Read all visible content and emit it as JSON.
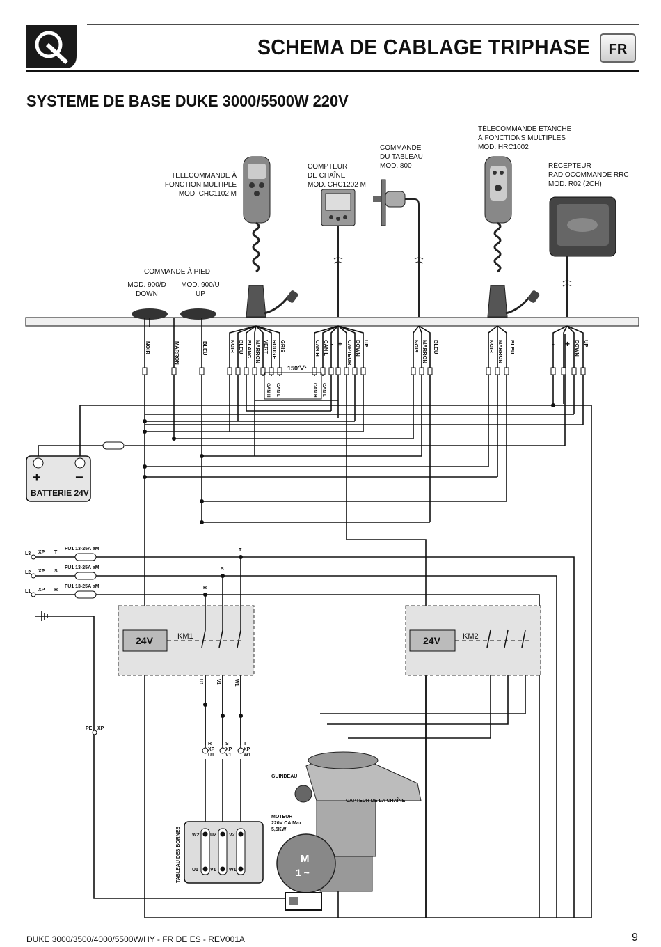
{
  "header": {
    "title": "SCHEMA DE CABLAGE TRIPHASE",
    "lang": "FR"
  },
  "subtitle": "SYSTEME DE BASE DUKE 3000/5500W 220V",
  "devices": {
    "telecommande": {
      "l1": "TELECOMMANDE À",
      "l2": "FONCTION MULTIPLE",
      "l3": "MOD. CHC1102 M"
    },
    "compteur": {
      "l1": "COMPTEUR",
      "l2": "DE CHAÎNE",
      "l3": "MOD. CHC1202 M"
    },
    "commande_tableau": {
      "l1": "COMMANDE",
      "l2": "DU TABLEAU",
      "l3": "MOD. 800"
    },
    "telecommande_etanche": {
      "l1": "TÉLÉCOMMANDE ÉTANCHE",
      "l2": "À FONCTIONS MULTIPLES",
      "l3": "MOD. HRC1002"
    },
    "recepteur": {
      "l1": "RÉCEPTEUR",
      "l2": "RADIOCOMMANDE RRC",
      "l3": "MOD. R02 (2CH)"
    },
    "commande_pied": {
      "title": "COMMANDE À PIED",
      "down_model": "MOD. 900/D",
      "down": "DOWN",
      "up_model": "MOD. 900/U",
      "up": "UP"
    }
  },
  "wires": {
    "pied": [
      "NOIR",
      "MARRON",
      "BLEU"
    ],
    "telecommande": [
      "NOIR",
      "BLEU",
      "BLANC",
      "MARRON",
      "VERT",
      "ROUGE",
      "GRIS"
    ],
    "compteur": [
      "CAN H",
      "CAN L",
      "-",
      "+",
      "CAPTEUR",
      "DOWN",
      "UP"
    ],
    "tableau": [
      "NOIR",
      "MARRON",
      "BLEU"
    ],
    "etanche": [
      "NOIR",
      "MARRON",
      "BLEU"
    ],
    "recepteur": [
      "-",
      "+",
      "DOWN",
      "UP"
    ]
  },
  "can": {
    "resistor": "150",
    "canl": "CAN L",
    "canh": "CAN H"
  },
  "battery": {
    "plus": "+",
    "minus": "−",
    "label": "BATTERIE 24V"
  },
  "phases": [
    {
      "line": "L3",
      "xp": "XP",
      "ph": "T",
      "fuse": "FU1  13-25A aM"
    },
    {
      "line": "L2",
      "xp": "XP",
      "ph": "S",
      "fuse": "FU1  13-25A aM"
    },
    {
      "line": "L1",
      "xp": "XP",
      "ph": "R",
      "fuse": "FU1  13-25A aM"
    }
  ],
  "bus_phase": {
    "t": "T",
    "s": "S",
    "r": "R"
  },
  "contactors": {
    "km1": {
      "coil": "24V",
      "name": "KM1",
      "outs": [
        "U1",
        "V1",
        "W1"
      ]
    },
    "km2": {
      "coil": "24V",
      "name": "KM2"
    }
  },
  "pe": {
    "pe": "PE",
    "xp": "XP"
  },
  "terminals": [
    {
      "ph": "R",
      "xp": "XP",
      "u": "U1"
    },
    {
      "ph": "S",
      "xp": "XP",
      "u": "V1"
    },
    {
      "ph": "T",
      "xp": "XP",
      "u": "W1"
    }
  ],
  "windlass": {
    "guindeau": "GUINDEAU",
    "capteur": "CAPTEUR DE LA CHAÎNE",
    "moteur1": "MOTEUR",
    "moteur2": "220V CA Max",
    "moteur3": "5,5KW",
    "m": "M",
    "phase": "1 ~"
  },
  "tableau_bornes": {
    "label": "TABLEAU DES BORNES",
    "top": [
      "W2",
      "U2",
      "V2"
    ],
    "bottom": [
      "U1",
      "V1",
      "W1"
    ]
  },
  "footer": {
    "text": "DUKE 3000/3500/4000/5500W/HY - FR  DE  ES - REV001A",
    "page": "9"
  }
}
